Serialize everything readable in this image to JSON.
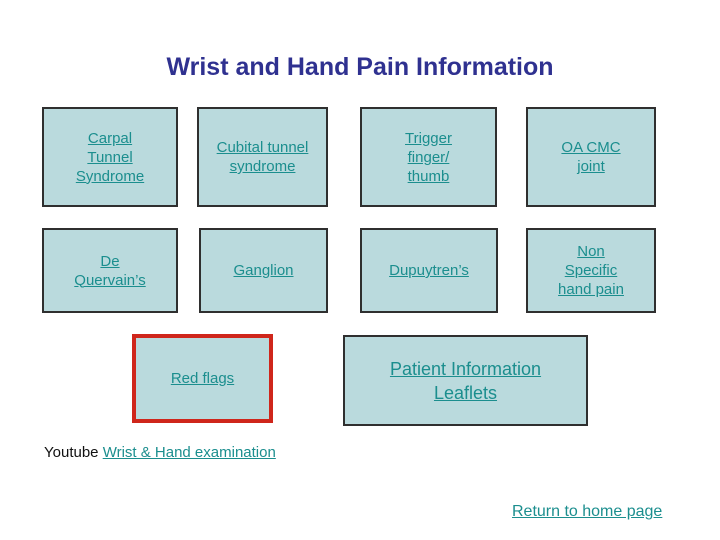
{
  "page": {
    "title": "Wrist and Hand Pain Information"
  },
  "colors": {
    "title": "#2F3190",
    "link": "#1B8E8E",
    "box_bg": "#BADADD",
    "box_border": "#2F2F2F",
    "red_border": "#CF261B",
    "text": "#111111",
    "page_bg": "#FFFFFF"
  },
  "boxes": [
    {
      "id": "carpal-tunnel-syndrome",
      "label": "Carpal\nTunnel\nSyndrome"
    },
    {
      "id": "cubital-tunnel-syndrome",
      "label": "Cubital tunnel\nsyndrome"
    },
    {
      "id": "trigger-finger-thumb",
      "label": "Trigger\nfinger/\nthumb"
    },
    {
      "id": "oa-cmc-joint",
      "label": "OA CMC\njoint"
    },
    {
      "id": "de-quervains",
      "label": "De\nQuervain’s"
    },
    {
      "id": "ganglion",
      "label": "Ganglion"
    },
    {
      "id": "dupuytrens",
      "label": "Dupuytren’s"
    },
    {
      "id": "non-specific-hand-pain",
      "label": "Non\nSpecific\nhand pain"
    },
    {
      "id": "red-flags",
      "label": "Red flags"
    },
    {
      "id": "patient-information-leaflets",
      "label": "Patient Information\nLeaflets"
    }
  ],
  "footer": {
    "youtube_prefix": "Youtube ",
    "youtube_link": "Wrist & Hand examination",
    "return_link": "Return to home page"
  }
}
